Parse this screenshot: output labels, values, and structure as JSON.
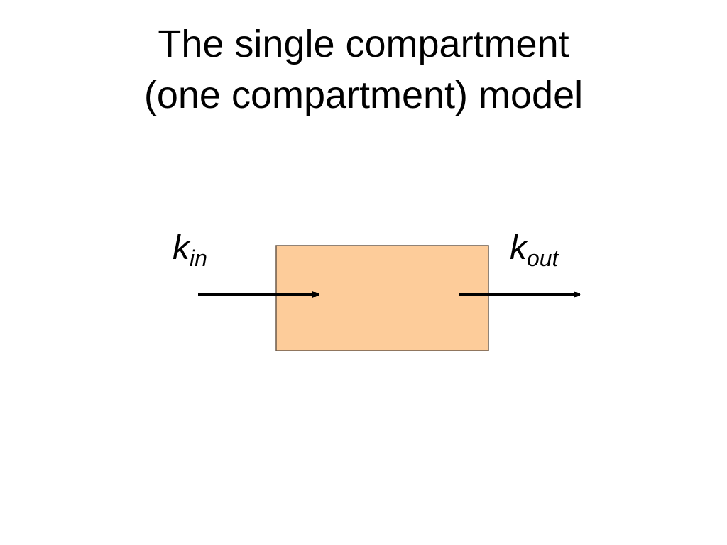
{
  "title": {
    "line1": "The single compartment",
    "line2": "(one compartment) model"
  },
  "diagram": {
    "compartment_fill": "#fdcc9a",
    "compartment_stroke": "#6b5a4a",
    "arrow_color": "#000000",
    "input_label": {
      "main": "k",
      "subscript": "in"
    },
    "output_label": {
      "main": "k",
      "subscript": "out"
    }
  }
}
